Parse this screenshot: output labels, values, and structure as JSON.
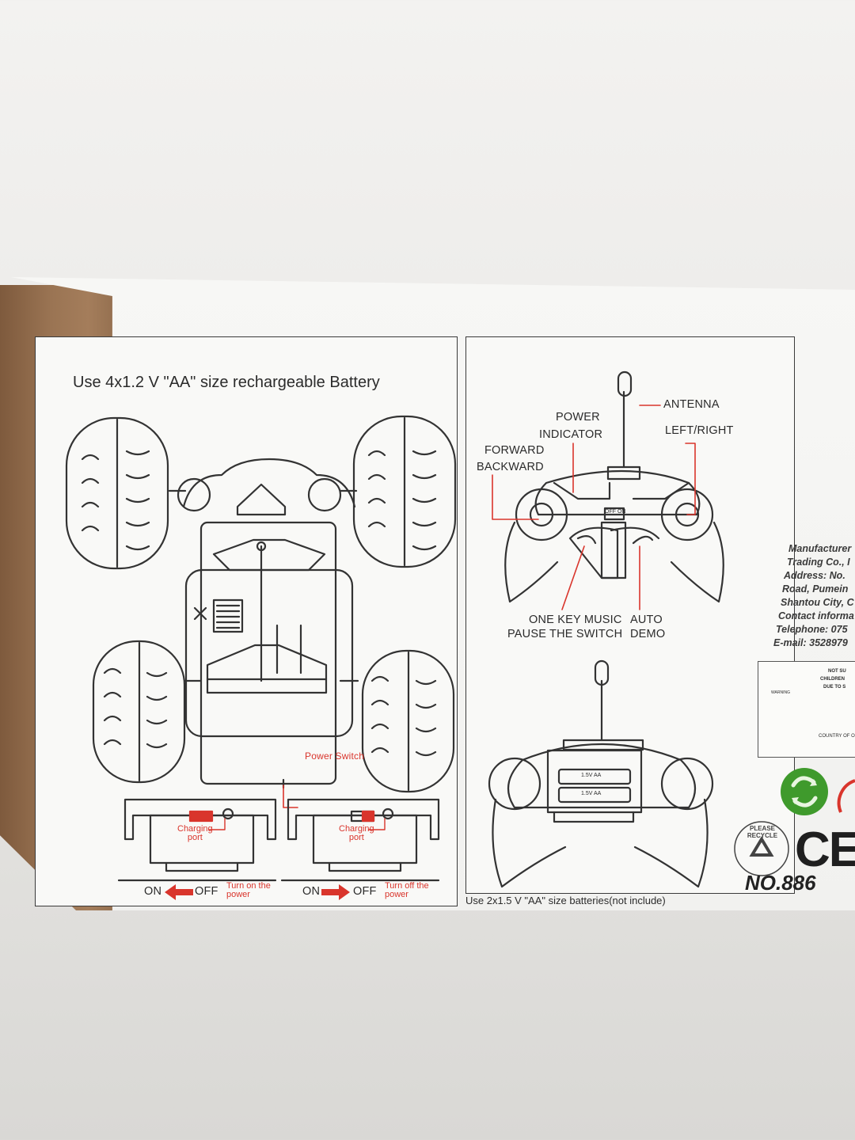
{
  "left_panel": {
    "heading": "Use 4x1.2 V \"AA\" size rechargeable Battery",
    "power_switch": "Power Switch",
    "charging_port_1": "Charging\nport",
    "charging_port_2": "Charging\nport",
    "on_label_1": "ON",
    "off_label_1": "OFF",
    "note_1": "Turn on the power",
    "on_label_2": "ON",
    "off_label_2": "OFF",
    "note_2": "Turn off the power"
  },
  "right_panel": {
    "antenna": "ANTENNA",
    "power_indicator_1": "POWER",
    "power_indicator_2": "INDICATOR",
    "left_right": "LEFT/RIGHT",
    "forward": "FORWARD",
    "backward": "BACKWARD",
    "one_key_music": "ONE KEY MUSIC",
    "pause_switch": "PAUSE THE SWITCH",
    "auto": "AUTO",
    "demo": "DEMO",
    "off_on": "OFF ON",
    "battery_1": "1.5V AA",
    "battery_2": "1.5V AA",
    "footer": "Use 2x1.5 V \"AA\" size batteries(not include)"
  },
  "manufacturer": {
    "line1": "Manufacturer",
    "line2": "Trading Co., I",
    "line3": "Address: No. ",
    "line4": "Road, Pumein",
    "line5": "Shantou City, C",
    "line6": "Contact informa",
    "line7": "Telephone: 075",
    "line8": "E-mail: 3528979"
  },
  "warning": {
    "label": "WARNING",
    "line1": "NOT SU",
    "line2": "CHILDREN",
    "line3": "DUE TO S",
    "line4": "COUNTRY OF O"
  },
  "marks": {
    "please_recycle": "PLEASE RECYCLE",
    "ce": "CE",
    "model_number": "NO.886"
  },
  "colors": {
    "accent_red": "#d9352c",
    "recycle_green": "#3f9a2c",
    "line_dark": "#2b2b2b"
  }
}
